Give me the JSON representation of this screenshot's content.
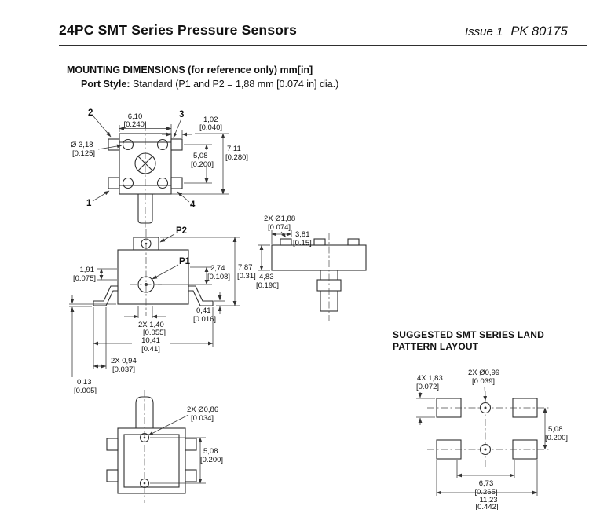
{
  "page": {
    "title": "24PC SMT Series Pressure Sensors",
    "issue": "Issue 1",
    "doc_code": "PK 80175",
    "heading": "MOUNTING DIMENSIONS (for reference only) mm[in]",
    "port_style_label": "Port Style:",
    "port_style_value": " Standard (P1 and P2 = 1,88 mm [0.074 in] dia.)"
  },
  "colors": {
    "line": "#2e2e2e",
    "text": "#111111",
    "background": "#ffffff"
  },
  "top_view": {
    "pin1": "1",
    "pin2": "2",
    "pin3": "3",
    "pin4": "4",
    "width_mm": "6,10",
    "width_in": "[0.240]",
    "tab_mm": "1,02",
    "tab_in": "[0.040]",
    "overall_mm": "7,11",
    "overall_in": "[0.280]",
    "pitch_mm": "5,08",
    "pitch_in": "[0.200]",
    "hole_mm": "Ø 3,18",
    "hole_in": "[0.125]"
  },
  "front_view": {
    "p2": "P2",
    "p1": "P1",
    "step_mm": "1,91",
    "step_in": "[0.075]",
    "port_mm": "2,74",
    "port_in": "[0.108]",
    "height_mm": "7,87",
    "height_in": "[0.31]",
    "lead_thickness_mm": "0,41",
    "lead_thickness_in": "[0.016]",
    "lead_width_mm": "2X 1,40",
    "lead_width_in": "[0.055]",
    "lead_span_mm": "10,41",
    "lead_span_in": "[0.41]",
    "foot_mm": "2X 0,94",
    "foot_in": "[0.037]",
    "standoff_mm": "0,13",
    "standoff_in": "[0.005]"
  },
  "side_view": {
    "ports_mm": "2X Ø1,88",
    "ports_in": "[0.074]",
    "offset_mm": "3,81",
    "offset_in": "[0.15]",
    "body_mm": "4,83",
    "body_in": "[0.190]"
  },
  "bottom_view": {
    "vents_mm": "2X Ø0,86",
    "vents_in": "[0.034]",
    "pitch_mm": "5,08",
    "pitch_in": "[0.200]"
  },
  "land_pattern": {
    "heading_line1": "SUGGESTED SMT SERIES LAND",
    "heading_line2": "PATTERN LAYOUT",
    "pad_mm": "4X 1,83",
    "pad_in": "[0.072]",
    "holes_mm": "2X Ø0,99",
    "holes_in": "[0.039]",
    "row_pitch_mm": "5,08",
    "row_pitch_in": "[0.200]",
    "inner_span_mm": "6,73",
    "inner_span_in": "[0.265]",
    "outer_span_mm": "11,23",
    "outer_span_in": "[0.442]"
  }
}
